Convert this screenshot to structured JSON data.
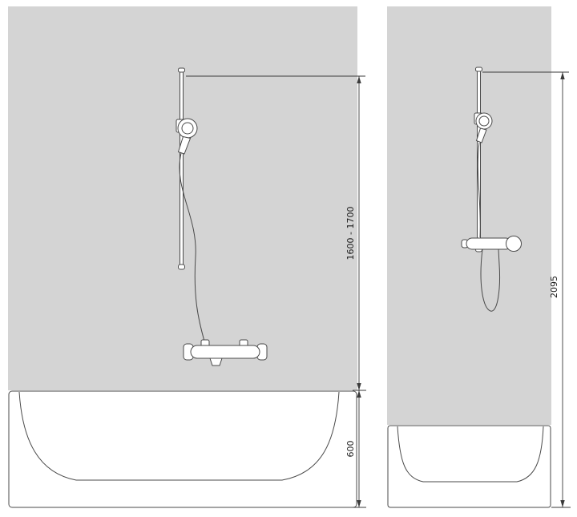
{
  "diagram": {
    "front_view": {
      "dim_bar_height": "1600 - 1700",
      "dim_tub_height": "600"
    },
    "side_view": {
      "dim_total_height": "2095"
    }
  },
  "colors": {
    "wall_fill": "#d4d4d4",
    "line": "#4a4a4a",
    "dim_text": "#1a1a1a"
  }
}
